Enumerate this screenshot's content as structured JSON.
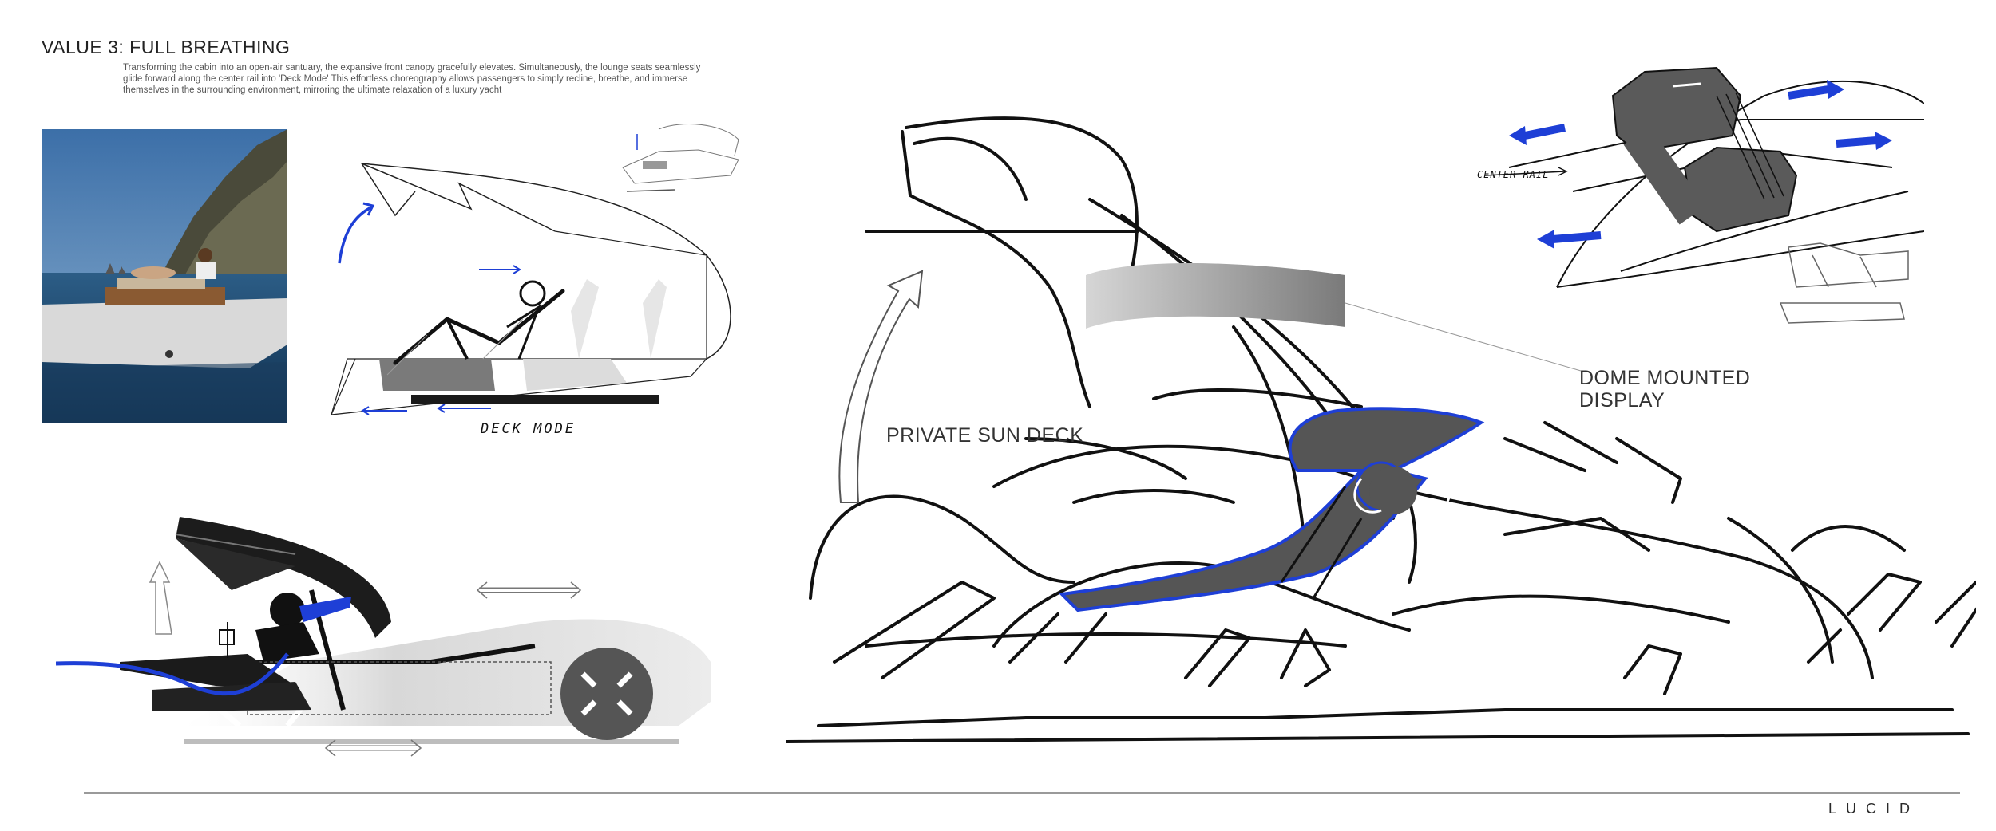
{
  "header": {
    "title": "VALUE 3: FULL BREATHING",
    "description": "Transforming the cabin into an open-air santuary, the expansive front canopy gracefully elevates. Simultaneously, the lounge seats seamlessly glide forward along the center rail into 'Deck Mode' This effortless choreography allows passengers to simply recline, breathe, and immerse themselves in the surrounding environment, mirroring the ultimate relaxation of a luxury yacht"
  },
  "sketch_labels": {
    "deck_mode": "DECK MODE",
    "center_rail": "CENTER RAIL",
    "private_sun_deck": "PRIVATE SUN DECK",
    "dome_display_line1": "DOME MOUNTED",
    "dome_display_line2": "DISPLAY"
  },
  "brand": {
    "logo": "LUCID"
  },
  "colors": {
    "accent": "#1e3fd6",
    "ink": "#111111",
    "seat_gray": "#5a5a5a"
  }
}
